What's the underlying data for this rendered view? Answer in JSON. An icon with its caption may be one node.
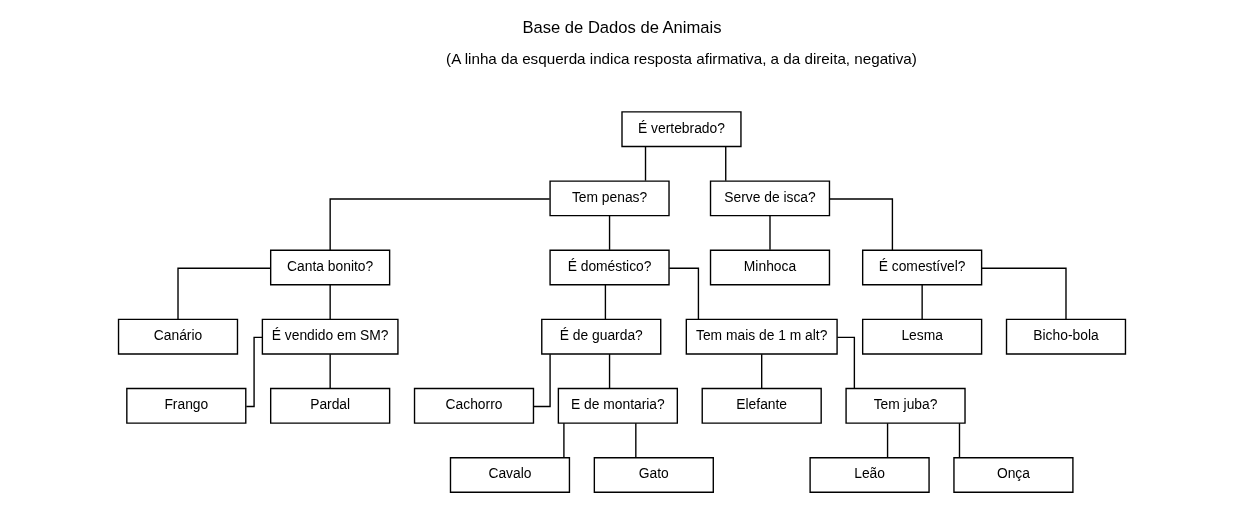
{
  "diagram": {
    "title": "Base de Dados de Animais",
    "nodes": [
      {
        "text": [
          "É vertebrado?"
        ]
      },
      {
        "text": [
          "Tem penas?"
        ]
      },
      {
        "text": [
          "Serve de isca?"
        ]
      },
      {
        "text": [
          "Canta bonito?"
        ]
      },
      {
        "text": [
          "É doméstico?"
        ]
      },
      {
        "text": [
          "Minhoca"
        ]
      },
      {
        "text": [
          "É comestível?"
        ]
      },
      {
        "text": [
          "Canário"
        ]
      },
      {
        "text": [
          "É vendido em SM?"
        ]
      },
      {
        "text": [
          "É de guarda?"
        ]
      },
      {
        "text": [
          "Tem mais de 1 m alt?"
        ]
      },
      {
        "text": [
          "Lesma"
        ]
      },
      {
        "text": [
          "Bicho-bola"
        ]
      },
      {
        "text": [
          "Frango"
        ]
      },
      {
        "text": [
          "Pardal"
        ]
      },
      {
        "text": [
          "Cachorro"
        ]
      },
      {
        "text": [
          "E de montaria?"
        ]
      },
      {
        "text": [
          "Elefante"
        ]
      },
      {
        "text": [
          "Tem juba?"
        ]
      },
      {
        "text": [
          "Cavalo"
        ]
      },
      {
        "text": [
          "Gato"
        ]
      },
      {
        "text": [
          "Leão"
        ]
      },
      {
        "text": [
          "Onça"
        ]
      }
    ],
    "edges": [
      {
        "from": 0,
        "to": 1,
        "arrow": "none"
      },
      {
        "from": 0,
        "to": 2,
        "arrow": "none"
      },
      {
        "from": 1,
        "to": 3,
        "arrow": "none"
      },
      {
        "from": 1,
        "to": 4,
        "arrow": "none"
      },
      {
        "from": 2,
        "to": 5,
        "arrow": "none"
      },
      {
        "from": 2,
        "to": 6,
        "arrow": "none"
      },
      {
        "from": 3,
        "to": 7,
        "arrow": "none"
      },
      {
        "from": 3,
        "to": 8,
        "arrow": "none"
      },
      {
        "from": 4,
        "to": 9,
        "arrow": "none"
      },
      {
        "from": 4,
        "to": 10,
        "arrow": "none"
      },
      {
        "from": 6,
        "to": 11,
        "arrow": "none"
      },
      {
        "from": 6,
        "to": 12,
        "arrow": "none"
      },
      {
        "from": 8,
        "to": 13,
        "arrow": "none"
      },
      {
        "from": 8,
        "to": 14,
        "arrow": "none"
      },
      {
        "from": 9,
        "to": 15,
        "arrow": "none"
      },
      {
        "from": 9,
        "to": 16,
        "arrow": "none"
      },
      {
        "from": 10,
        "to": 17,
        "arrow": "none"
      },
      {
        "from": 10,
        "to": 18,
        "arrow": "none"
      },
      {
        "from": 16,
        "to": 19,
        "arrow": "none"
      },
      {
        "from": 16,
        "to": 20,
        "arrow": "none"
      },
      {
        "from": 18,
        "to": 21,
        "arrow": "none"
      },
      {
        "from": 18,
        "to": 22,
        "arrow": "none"
      }
    ],
    "labels": [
      "(A linha da esquerda indica resposta afirmativa, a da direita, negativa)"
    ]
  }
}
